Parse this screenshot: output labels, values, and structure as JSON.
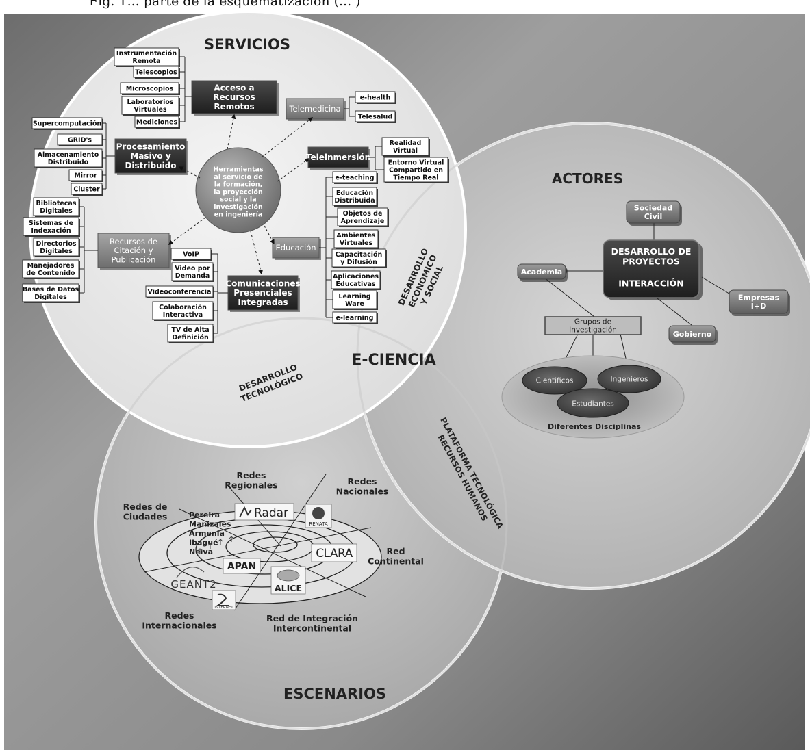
{
  "caption_fragment": "Fig. 1... parte de la esquematización (... )",
  "circle_labels": {
    "servicios": "SERVICIOS",
    "actores": "ACTORES",
    "escenarios": "ESCENARIOS",
    "e_ciencia": "E-CIENCIA"
  },
  "band_labels": {
    "desarrollo_tecnologico": [
      "DESARROLLO",
      "TECNOLÓGICO"
    ],
    "desarrollo_economico": [
      "DESARROLLO",
      "ECONOMICO",
      "Y SOCIAL"
    ],
    "plataforma": [
      "PLATAFORMA TECNOLÓGICA",
      "RECURSOS HUMANOS"
    ]
  },
  "center_node": [
    "Herramientas",
    "al servicio de",
    "la formación,",
    "la proyección",
    "social  y la",
    "investigación",
    "en ingeniería"
  ],
  "categories": {
    "acceso": [
      "Acceso a",
      "Recursos",
      "Remotos"
    ],
    "telemedicina": [
      "Telemedicina"
    ],
    "teleinmersion": [
      "Teleinmersión"
    ],
    "procesamiento": [
      "Procesamiento",
      "Masivo y",
      "Distribuido"
    ],
    "recursos_citacion": [
      "Recursos de",
      "Citación y",
      "Publicación"
    ],
    "educacion": [
      "Educación"
    ],
    "comunicaciones": [
      "Comunicaciones",
      "Presenciales",
      "Integradas"
    ]
  },
  "leaves": {
    "acceso": [
      [
        "Instrumentación",
        "Remota"
      ],
      [
        "Telescopios"
      ],
      [
        "Microscopios"
      ],
      [
        "Laboratorios",
        "Virtuales"
      ],
      [
        "Mediciones"
      ]
    ],
    "telemedicina": [
      [
        "e-health"
      ],
      [
        "Telesalud"
      ]
    ],
    "teleinmersion": [
      [
        "Realidad",
        "Virtual"
      ],
      [
        "Entorno Virtual",
        "Compartido en",
        "Tiempo Real"
      ]
    ],
    "procesamiento": [
      [
        "Supercomputación"
      ],
      [
        "GRID's"
      ],
      [
        "Almacenamiento",
        "Distribuido"
      ],
      [
        "Mirror"
      ],
      [
        "Cluster"
      ]
    ],
    "recursos_citacion": [
      [
        "Bibliotecas",
        "Digitales"
      ],
      [
        "Sistemas de",
        "Indexación"
      ],
      [
        "Directorios",
        "Digitales"
      ],
      [
        "Manejadores",
        "de Contenido"
      ],
      [
        "Bases de Datos",
        "Digitales"
      ]
    ],
    "educacion": [
      [
        "e-teaching"
      ],
      [
        "Educación",
        "Distribuida"
      ],
      [
        "Objetos de",
        "Aprendizaje"
      ],
      [
        "Ambientes",
        "Virtuales"
      ],
      [
        "Capacitación",
        "y Difusión"
      ],
      [
        "Aplicaciones",
        "Educativas"
      ],
      [
        "Learning",
        "Ware"
      ],
      [
        "e-learning"
      ]
    ],
    "comunicaciones": [
      [
        "VoIP"
      ],
      [
        "Video por",
        "Demanda"
      ],
      [
        "Videoconferencia"
      ],
      [
        "Colaboración",
        "Interactiva"
      ],
      [
        "TV de Alta",
        "Definición"
      ]
    ]
  },
  "actores": {
    "center": [
      "DESARROLLO DE",
      "PROYECTOS"
    ],
    "center_sub": "INTERACCIÓN",
    "sociedad": [
      "Sociedad",
      "Civil"
    ],
    "academia": "Academia",
    "empresas": [
      "Empresas",
      "I+D"
    ],
    "gobierno": "Gobierno",
    "grupos": [
      "Grupos de",
      "Investigación"
    ],
    "cientificos": "Cientificos",
    "ingenieros": "Ingenieros",
    "estudiantes": "Estudiantes",
    "disciplinas": "Diferentes Disciplinas"
  },
  "escenarios": {
    "redes_regionales": [
      "Redes",
      "Regionales"
    ],
    "redes_nacionales": [
      "Redes",
      "Nacionales"
    ],
    "redes_ciudades": [
      "Redes de",
      "Ciudades"
    ],
    "cities": [
      "Pereira",
      "Manizales",
      "Armenia",
      "Ibagué",
      "Neiva"
    ],
    "red_continental": [
      "Red",
      "Continental"
    ],
    "redes_internacionales": [
      "Redes",
      "Internacionales"
    ],
    "red_integracion": [
      "Red de Integración",
      "Intercontinental"
    ],
    "logos": {
      "radar": "Radar",
      "renata": "RENATA",
      "clara": "CLARA",
      "apan": "APAN",
      "alice": "ALICE",
      "geant": "GEANT2",
      "internet2": "INTERNET"
    }
  },
  "colors": {
    "dark_box": "#2f2f2f",
    "mid_box": "#8a8a8a",
    "circle_fill": "#e6e6e6",
    "leaf_fill": "#ffffff"
  }
}
